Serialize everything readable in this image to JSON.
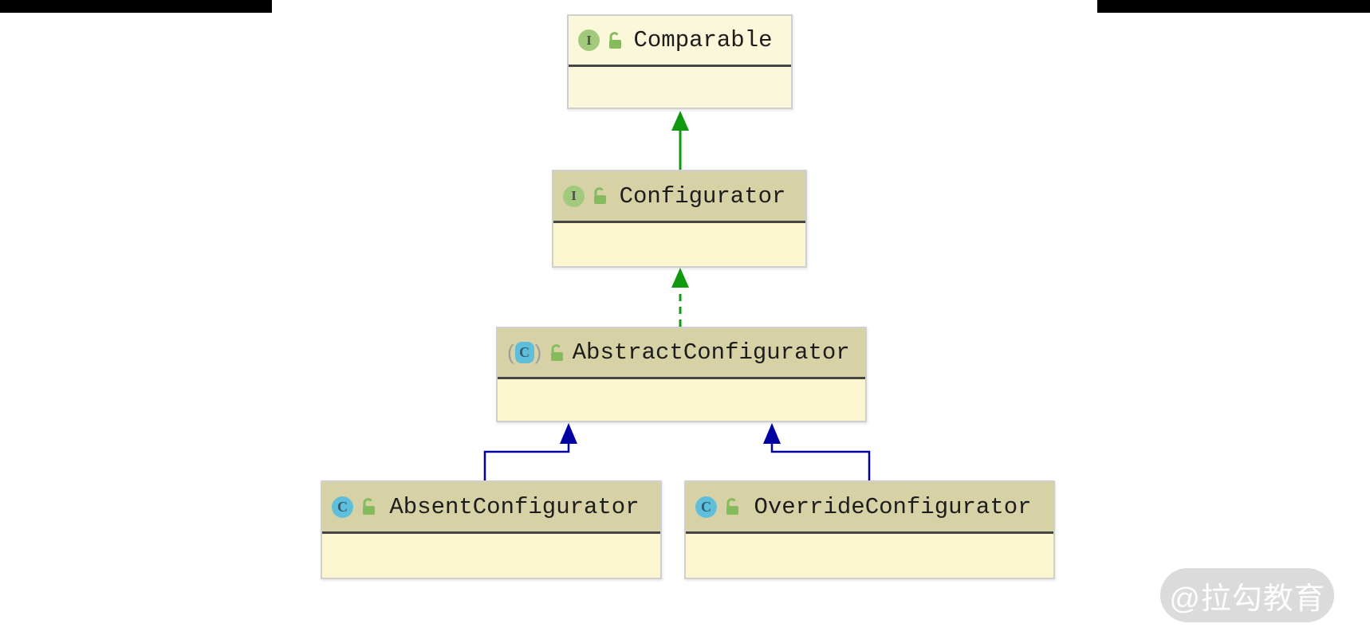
{
  "diagram": {
    "nodes": {
      "comparable": {
        "title": "Comparable",
        "kind": "interface",
        "icon_letter": "I"
      },
      "configurator": {
        "title": "Configurator",
        "kind": "interface",
        "icon_letter": "I"
      },
      "abstract_configurator": {
        "title": "AbstractConfigurator",
        "kind": "abstract-class",
        "icon_letter": "C"
      },
      "absent_configurator": {
        "title": "AbsentConfigurator",
        "kind": "class",
        "icon_letter": "C"
      },
      "override_configurator": {
        "title": "OverrideConfigurator",
        "kind": "class",
        "icon_letter": "C"
      }
    },
    "edges": [
      {
        "from": "Configurator",
        "to": "Comparable",
        "type": "extends",
        "style": "solid-green"
      },
      {
        "from": "AbstractConfigurator",
        "to": "Configurator",
        "type": "implements",
        "style": "dashed-green"
      },
      {
        "from": "AbsentConfigurator",
        "to": "AbstractConfigurator",
        "type": "extends",
        "style": "solid-blue"
      },
      {
        "from": "OverrideConfigurator",
        "to": "AbstractConfigurator",
        "type": "extends",
        "style": "solid-blue"
      }
    ],
    "colors": {
      "extends_interface_edge": "#0f990f",
      "extends_class_edge": "#0000a2",
      "node_header_tan": "#d6d2a6",
      "node_header_cream": "#fbf7da",
      "node_body": "#fcf6d0",
      "interface_icon": "#a2ca7c",
      "class_icon": "#5fbed9",
      "lock_icon": "#85bb5c"
    }
  },
  "watermark": {
    "text": "@拉勾教育"
  }
}
